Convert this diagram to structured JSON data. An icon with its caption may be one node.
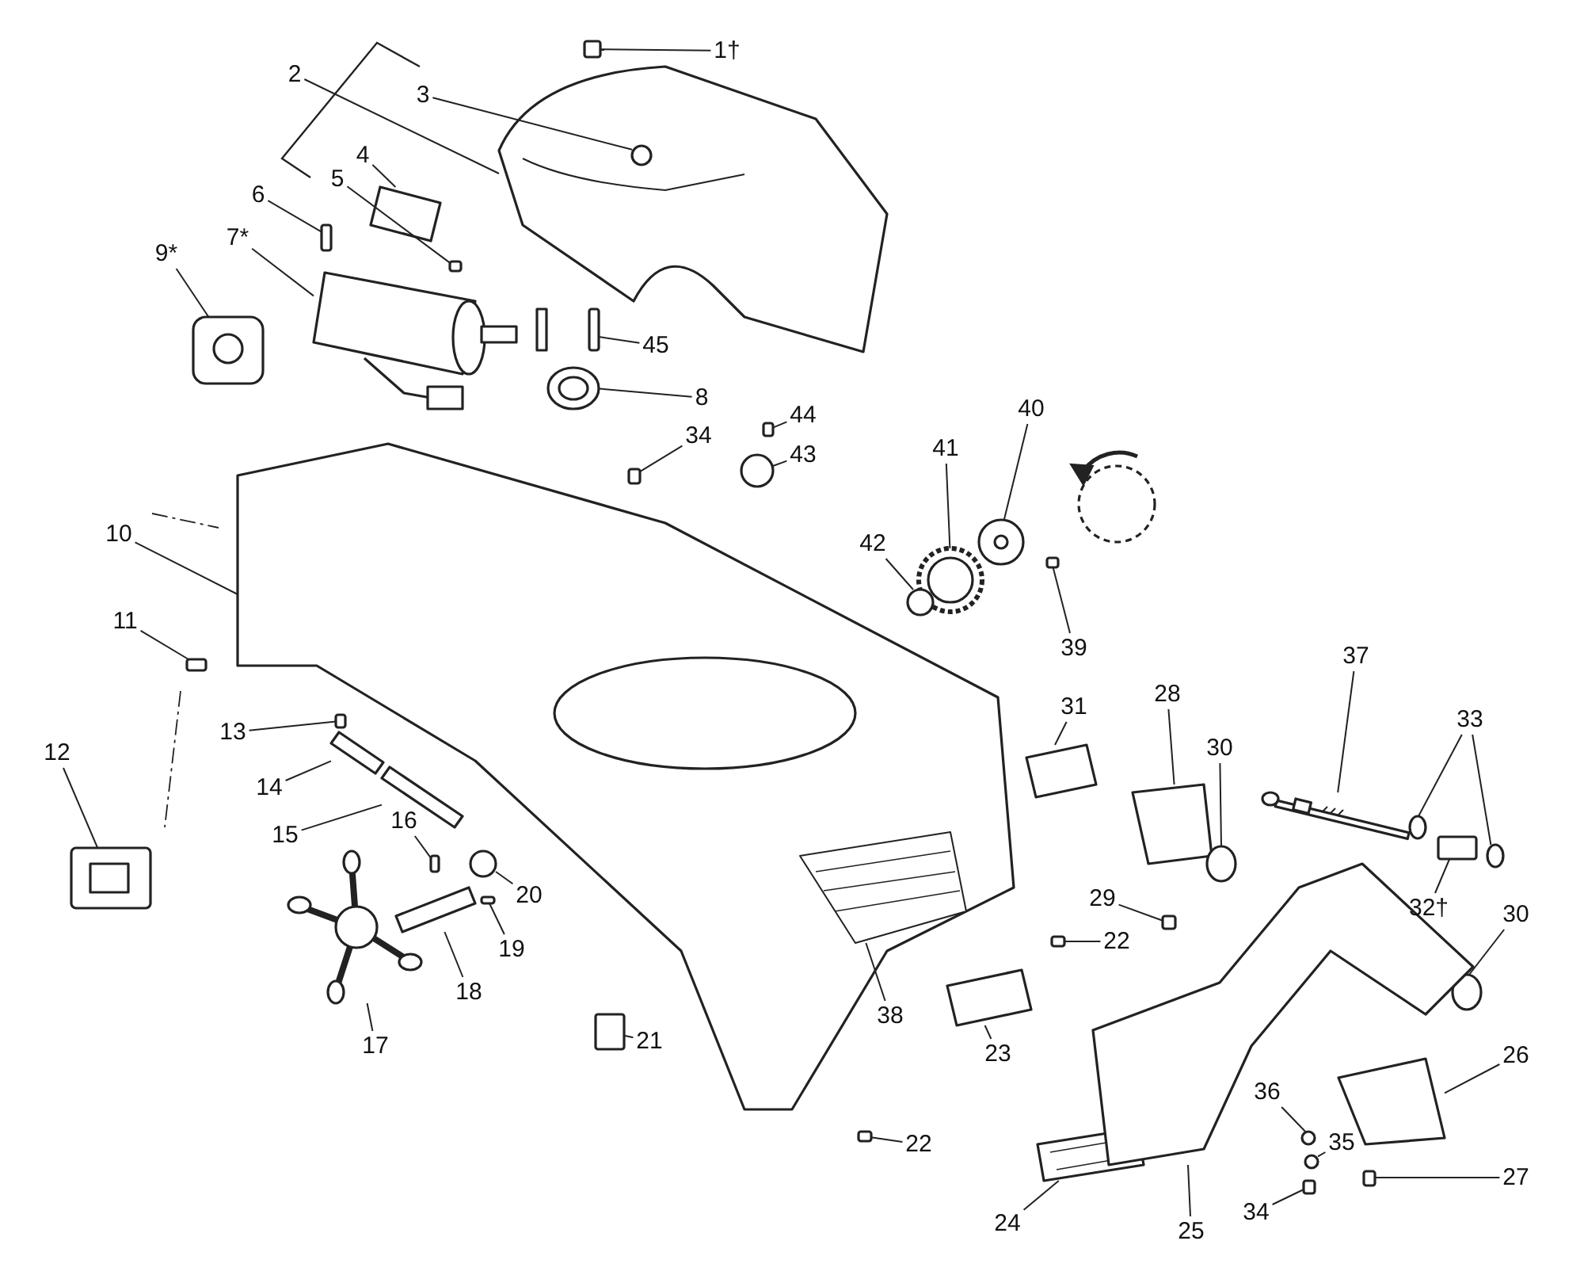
{
  "diagram": {
    "nodes": [
      {
        "text": [
          "1†"
        ]
      },
      {
        "text": [
          "2"
        ]
      },
      {
        "text": [
          "3"
        ]
      },
      {
        "text": [
          "4"
        ]
      },
      {
        "text": [
          "5"
        ]
      },
      {
        "text": [
          "6"
        ]
      },
      {
        "text": [
          "7*"
        ]
      },
      {
        "text": [
          "9*"
        ]
      },
      {
        "text": [
          "45"
        ]
      },
      {
        "text": [
          "8"
        ]
      },
      {
        "text": [
          "44"
        ]
      },
      {
        "text": [
          "40"
        ]
      },
      {
        "text": [
          "43"
        ]
      },
      {
        "text": [
          "34"
        ]
      },
      {
        "text": [
          "41"
        ]
      },
      {
        "text": [
          "42"
        ]
      },
      {
        "text": [
          "10"
        ]
      },
      {
        "text": [
          "39"
        ]
      },
      {
        "text": [
          "37"
        ]
      },
      {
        "text": [
          "11"
        ]
      },
      {
        "text": [
          "33"
        ]
      },
      {
        "text": [
          "31"
        ]
      },
      {
        "text": [
          "28"
        ]
      },
      {
        "text": [
          "30"
        ]
      },
      {
        "text": [
          "13"
        ]
      },
      {
        "text": [
          "12"
        ]
      },
      {
        "text": [
          "14"
        ]
      },
      {
        "text": [
          "15"
        ]
      },
      {
        "text": [
          "16"
        ]
      },
      {
        "text": [
          "20"
        ]
      },
      {
        "text": [
          "29"
        ]
      },
      {
        "text": [
          "22"
        ]
      },
      {
        "text": [
          "32†"
        ]
      },
      {
        "text": [
          "30"
        ]
      },
      {
        "text": [
          "19"
        ]
      },
      {
        "text": [
          "18"
        ]
      },
      {
        "text": [
          "17"
        ]
      },
      {
        "text": [
          "21"
        ]
      },
      {
        "text": [
          "38"
        ]
      },
      {
        "text": [
          "23"
        ]
      },
      {
        "text": [
          "26"
        ]
      },
      {
        "text": [
          "36"
        ]
      },
      {
        "text": [
          "35"
        ]
      },
      {
        "text": [
          "22"
        ]
      },
      {
        "text": [
          "27"
        ]
      },
      {
        "text": [
          "24"
        ]
      },
      {
        "text": [
          "25"
        ]
      },
      {
        "text": [
          "34"
        ]
      },
      {
        "text": [],
        "shape": "box"
      },
      {
        "text": [],
        "shape": "picture"
      },
      {
        "text": [],
        "shape": "circle",
        "in": 49
      },
      {
        "text": [],
        "shape": "picture"
      },
      {
        "text": [],
        "shape": "box"
      },
      {
        "text": [],
        "shape": "box"
      },
      {
        "text": [],
        "shape": "picture"
      },
      {
        "text": [],
        "shape": "picture"
      },
      {
        "text": [],
        "shape": "box"
      },
      {
        "text": [],
        "shape": "picture"
      },
      {
        "text": [],
        "shape": "box"
      },
      {
        "text": [],
        "shape": "picture"
      },
      {
        "text": [],
        "shape": "circle"
      },
      {
        "text": [],
        "shape": "box"
      },
      {
        "text": [],
        "shape": "picture"
      },
      {
        "text": [],
        "shape": "circle"
      },
      {
        "text": [],
        "shape": "picture"
      },
      {
        "text": [],
        "shape": "box"
      },
      {
        "text": [],
        "shape": "picture"
      },
      {
        "text": [],
        "shape": "box"
      },
      {
        "text": [],
        "shape": "circle"
      },
      {
        "text": [],
        "shape": "circle"
      },
      {
        "text": [],
        "shape": "picture"
      },
      {
        "text": [],
        "shape": "picture"
      },
      {
        "text": [],
        "shape": "circle"
      },
      {
        "text": [],
        "shape": "box"
      },
      {
        "text": [],
        "shape": "picture"
      },
      {
        "text": [],
        "shape": "picture"
      },
      {
        "text": [],
        "shape": "picture"
      },
      {
        "text": [],
        "shape": "box"
      },
      {
        "text": [],
        "shape": "circle"
      },
      {
        "text": [],
        "shape": "box"
      },
      {
        "text": [],
        "shape": "box"
      },
      {
        "text": [],
        "shape": "box"
      },
      {
        "text": [],
        "shape": "circle"
      },
      {
        "text": [],
        "shape": "box"
      },
      {
        "text": [],
        "shape": "picture"
      },
      {
        "text": [],
        "shape": "picture"
      },
      {
        "text": [],
        "shape": "box"
      },
      {
        "text": [],
        "shape": "picture",
        "in": 64
      },
      {
        "text": [],
        "shape": "picture"
      },
      {
        "text": [],
        "shape": "picture"
      },
      {
        "text": [],
        "shape": "circle"
      },
      {
        "text": [],
        "shape": "circle"
      },
      {
        "text": [],
        "shape": "box"
      },
      {
        "text": [],
        "shape": "box"
      },
      {
        "text": [],
        "shape": "picture"
      },
      {
        "text": [],
        "shape": "picture"
      },
      {
        "text": [],
        "shape": "box"
      }
    ],
    "edges": [
      {
        "from": 0,
        "to": 48,
        "arrow": "none"
      },
      {
        "from": 1,
        "to": 49,
        "arrow": "none"
      },
      {
        "from": 2,
        "to": 50,
        "arrow": "none"
      },
      {
        "from": 3,
        "to": 51,
        "arrow": "none"
      },
      {
        "from": 4,
        "to": 52,
        "arrow": "none"
      },
      {
        "from": 5,
        "to": 53,
        "arrow": "none"
      },
      {
        "from": 6,
        "to": 54,
        "arrow": "none"
      },
      {
        "from": 7,
        "to": 55,
        "arrow": "none"
      },
      {
        "from": 8,
        "to": 56,
        "arrow": "none"
      },
      {
        "from": 9,
        "to": 57,
        "arrow": "none"
      },
      {
        "from": 10,
        "to": 58,
        "arrow": "none"
      },
      {
        "from": 11,
        "to": 59,
        "arrow": "none"
      },
      {
        "from": 12,
        "to": 60,
        "arrow": "none"
      },
      {
        "from": 13,
        "to": 61,
        "arrow": "none"
      },
      {
        "from": 14,
        "to": 62,
        "arrow": "none"
      },
      {
        "from": 15,
        "to": 63,
        "arrow": "none"
      },
      {
        "from": 16,
        "to": 64,
        "arrow": "none"
      },
      {
        "from": 17,
        "to": 65,
        "arrow": "none"
      },
      {
        "from": 18,
        "to": 66,
        "arrow": "none"
      },
      {
        "from": 19,
        "to": 67,
        "arrow": "none"
      },
      {
        "from": 20,
        "to": 68,
        "arrow": "none"
      },
      {
        "from": 20,
        "to": 69,
        "arrow": "none"
      },
      {
        "from": 21,
        "to": 70,
        "arrow": "none"
      },
      {
        "from": 22,
        "to": 71,
        "arrow": "none"
      },
      {
        "from": 23,
        "to": 72,
        "arrow": "none"
      },
      {
        "from": 24,
        "to": 73,
        "arrow": "none"
      },
      {
        "from": 25,
        "to": 74,
        "arrow": "none"
      },
      {
        "from": 26,
        "to": 75,
        "arrow": "none"
      },
      {
        "from": 27,
        "to": 76,
        "arrow": "none"
      },
      {
        "from": 28,
        "to": 77,
        "arrow": "none"
      },
      {
        "from": 29,
        "to": 78,
        "arrow": "none"
      },
      {
        "from": 30,
        "to": 79,
        "arrow": "none"
      },
      {
        "from": 31,
        "to": 80,
        "arrow": "none"
      },
      {
        "from": 32,
        "to": 81,
        "arrow": "none"
      },
      {
        "from": 33,
        "to": 82,
        "arrow": "none"
      },
      {
        "from": 34,
        "to": 83,
        "arrow": "none"
      },
      {
        "from": 35,
        "to": 84,
        "arrow": "none"
      },
      {
        "from": 36,
        "to": 85,
        "arrow": "none"
      },
      {
        "from": 37,
        "to": 86,
        "arrow": "none"
      },
      {
        "from": 38,
        "to": 87,
        "arrow": "none"
      },
      {
        "from": 39,
        "to": 88,
        "arrow": "none"
      },
      {
        "from": 40,
        "to": 89,
        "arrow": "none"
      },
      {
        "from": 41,
        "to": 90,
        "arrow": "none"
      },
      {
        "from": 42,
        "to": 91,
        "arrow": "none"
      },
      {
        "from": 43,
        "to": 92,
        "arrow": "none"
      },
      {
        "from": 44,
        "to": 93,
        "arrow": "none"
      },
      {
        "from": 45,
        "to": 94,
        "arrow": "none"
      },
      {
        "from": 46,
        "to": 95,
        "arrow": "none"
      },
      {
        "from": 47,
        "to": 96,
        "arrow": "none"
      }
    ]
  }
}
